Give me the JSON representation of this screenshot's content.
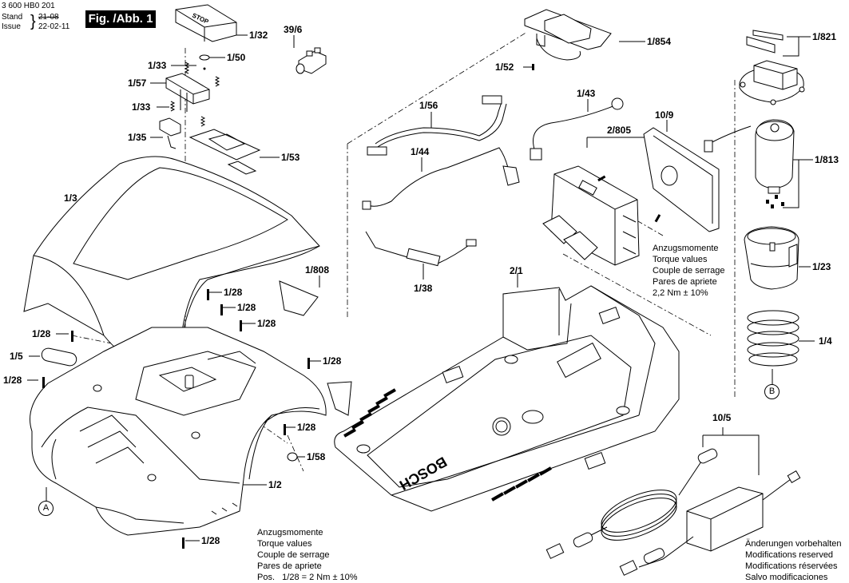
{
  "header": {
    "doc_number": "3 600 HB0 201",
    "stand_label": "Stand",
    "issue_label": "Issue",
    "old_date": "21-08",
    "new_date": "22-02-11",
    "figure_label": "Fig. /Abb. 1"
  },
  "parts": {
    "p1_32": "1/32",
    "p39_6": "39/6",
    "p1_33a": "1/33",
    "p1_50": "1/50",
    "p1_57": "1/57",
    "p1_33b": "1/33",
    "p1_35": "1/35",
    "p1_53": "1/53",
    "p1_3": "1/3",
    "p1_28a": "1/28",
    "p1_28b": "1/28",
    "p1_28c": "1/28",
    "p1_28d": "1/28",
    "p1_28e": "1/28",
    "p1_28f": "1/28",
    "p1_28g": "1/28",
    "p1_28h": "1/28",
    "p1_5": "1/5",
    "p1_808": "1/808",
    "p1_58": "1/58",
    "p1_2": "1/2",
    "p1_854": "1/854",
    "p1_52": "1/52",
    "p1_56": "1/56",
    "p1_44": "1/44",
    "p1_38": "1/38",
    "p1_43": "1/43",
    "p10_9": "10/9",
    "p2_805": "2/805",
    "p2_1": "2/1",
    "p1_821": "1/821",
    "p1_813": "1/813",
    "p1_23": "1/23",
    "p1_4": "1/4",
    "p10_5": "10/5"
  },
  "reference_markers": {
    "a": "A",
    "b": "B"
  },
  "base_logo_text": "BOSCH",
  "torque_note_1": {
    "lines": [
      "Anzugsmomente",
      "Torque values",
      "Couple de serrage",
      "Pares de apriete",
      "2,2 Nm ± 10%"
    ]
  },
  "torque_note_2": {
    "lines": [
      "Anzugsmomente",
      "Torque values",
      "Couple de serrage",
      "Pares de apriete",
      "Pos.   1/28 = 2 Nm ± 10%"
    ]
  },
  "modifications_note": {
    "lines": [
      "Änderungen vorbehalten",
      "Modifications reserved",
      "Modifications réservées",
      "Salvo modificaciones"
    ]
  }
}
